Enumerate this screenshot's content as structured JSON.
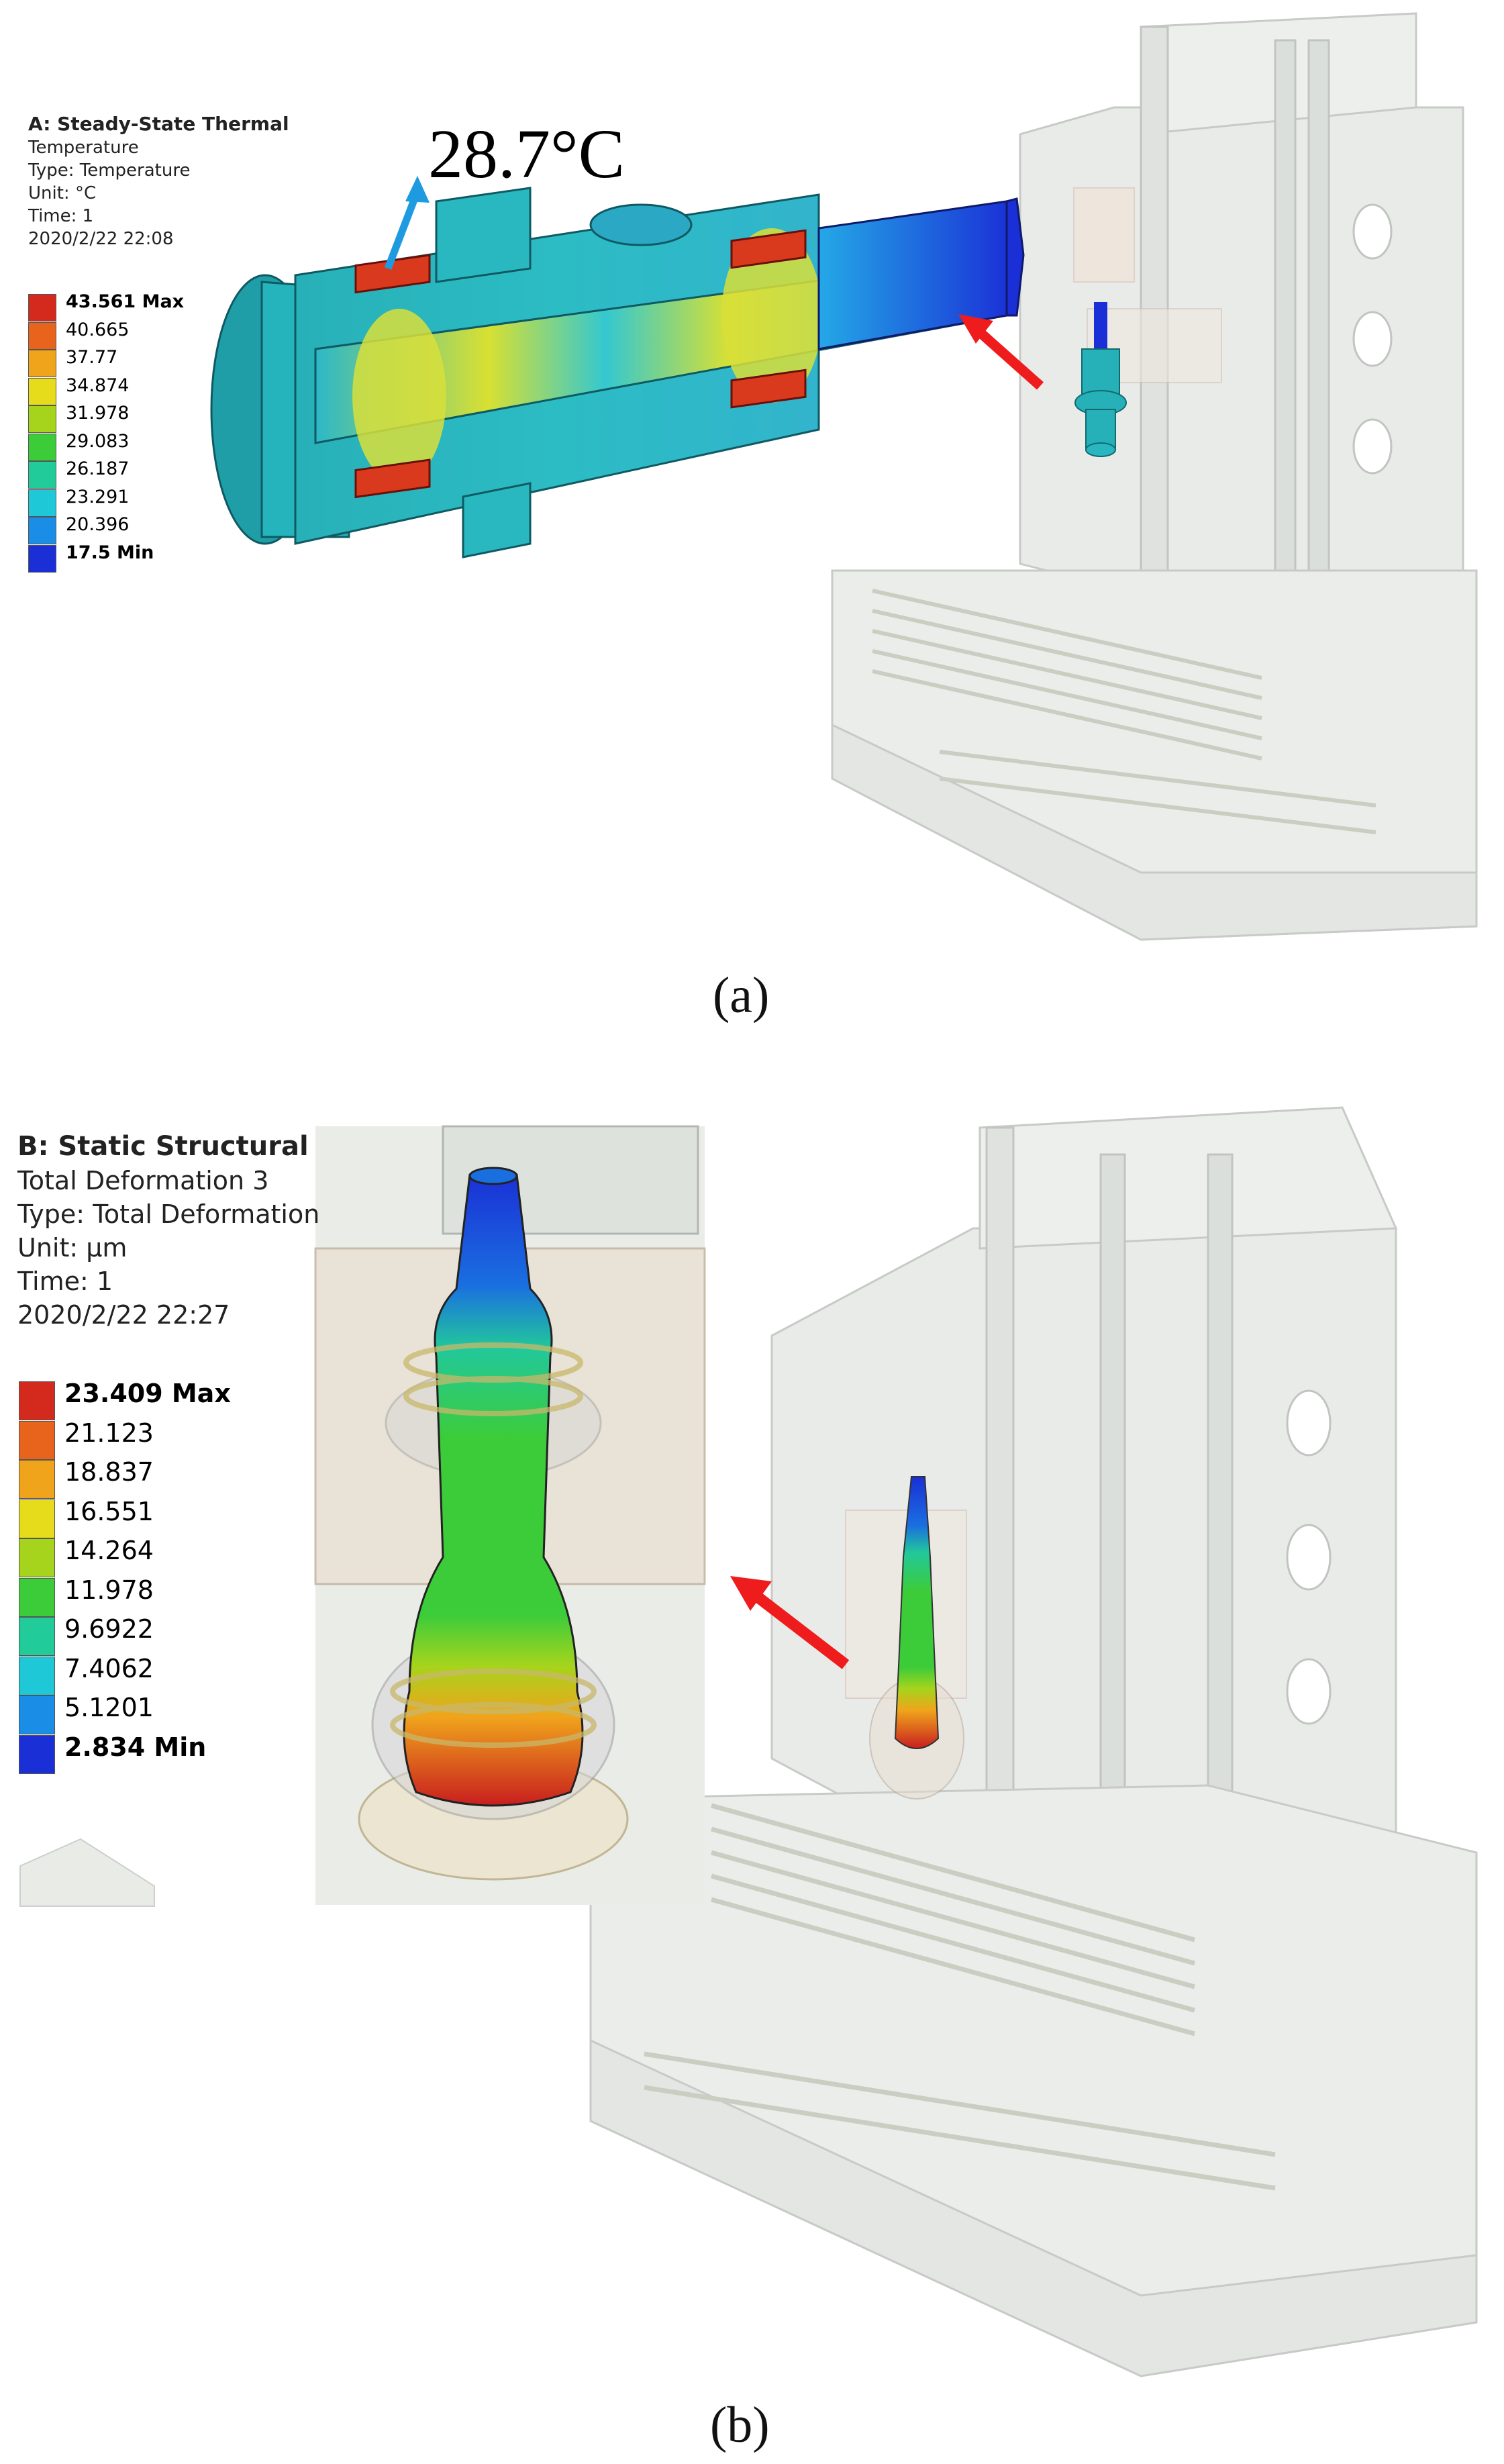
{
  "panel_a": {
    "title": "A: Steady-State Thermal",
    "lines": [
      "Temperature",
      "Type: Temperature",
      "Unit: °C",
      "Time: 1",
      "2020/2/22 22:08"
    ],
    "scale": [
      {
        "label": "43.561 Max",
        "color": "#d42a1e",
        "bold": true
      },
      {
        "label": "40.665",
        "color": "#e8631c",
        "bold": false
      },
      {
        "label": "37.77",
        "color": "#f0a41c",
        "bold": false
      },
      {
        "label": "34.874",
        "color": "#e6dc1c",
        "bold": false
      },
      {
        "label": "31.978",
        "color": "#a6d41c",
        "bold": false
      },
      {
        "label": "29.083",
        "color": "#3ccc3a",
        "bold": false
      },
      {
        "label": "26.187",
        "color": "#22cc9a",
        "bold": false
      },
      {
        "label": "23.291",
        "color": "#1ec8d6",
        "bold": false
      },
      {
        "label": "20.396",
        "color": "#1a8ee6",
        "bold": false
      },
      {
        "label": "17.5 Min",
        "color": "#1a2fd6",
        "bold": true
      }
    ],
    "callout": "28.7°C",
    "caption": "(a)"
  },
  "panel_b": {
    "title": "B: Static Structural",
    "lines": [
      "Total Deformation 3",
      "Type: Total Deformation",
      "Unit: µm",
      "Time: 1",
      "2020/2/22 22:27"
    ],
    "scale": [
      {
        "label": "23.409 Max",
        "color": "#d42a1e",
        "bold": true
      },
      {
        "label": "21.123",
        "color": "#e8631c",
        "bold": false
      },
      {
        "label": "18.837",
        "color": "#f0a41c",
        "bold": false
      },
      {
        "label": "16.551",
        "color": "#e6dc1c",
        "bold": false
      },
      {
        "label": "14.264",
        "color": "#a6d41c",
        "bold": false
      },
      {
        "label": "11.978",
        "color": "#3ccc3a",
        "bold": false
      },
      {
        "label": "9.6922",
        "color": "#22cc9a",
        "bold": false
      },
      {
        "label": "7.4062",
        "color": "#1ec8d6",
        "bold": false
      },
      {
        "label": "5.1201",
        "color": "#1a8ee6",
        "bold": false
      },
      {
        "label": "2.834 Min",
        "color": "#1a2fd6",
        "bold": true
      }
    ],
    "caption": "(b)"
  },
  "colors": {
    "arrow_red": "#ee1c1c",
    "arrow_blue": "#1e9be0",
    "machine_gray": "#c8d0c8"
  }
}
